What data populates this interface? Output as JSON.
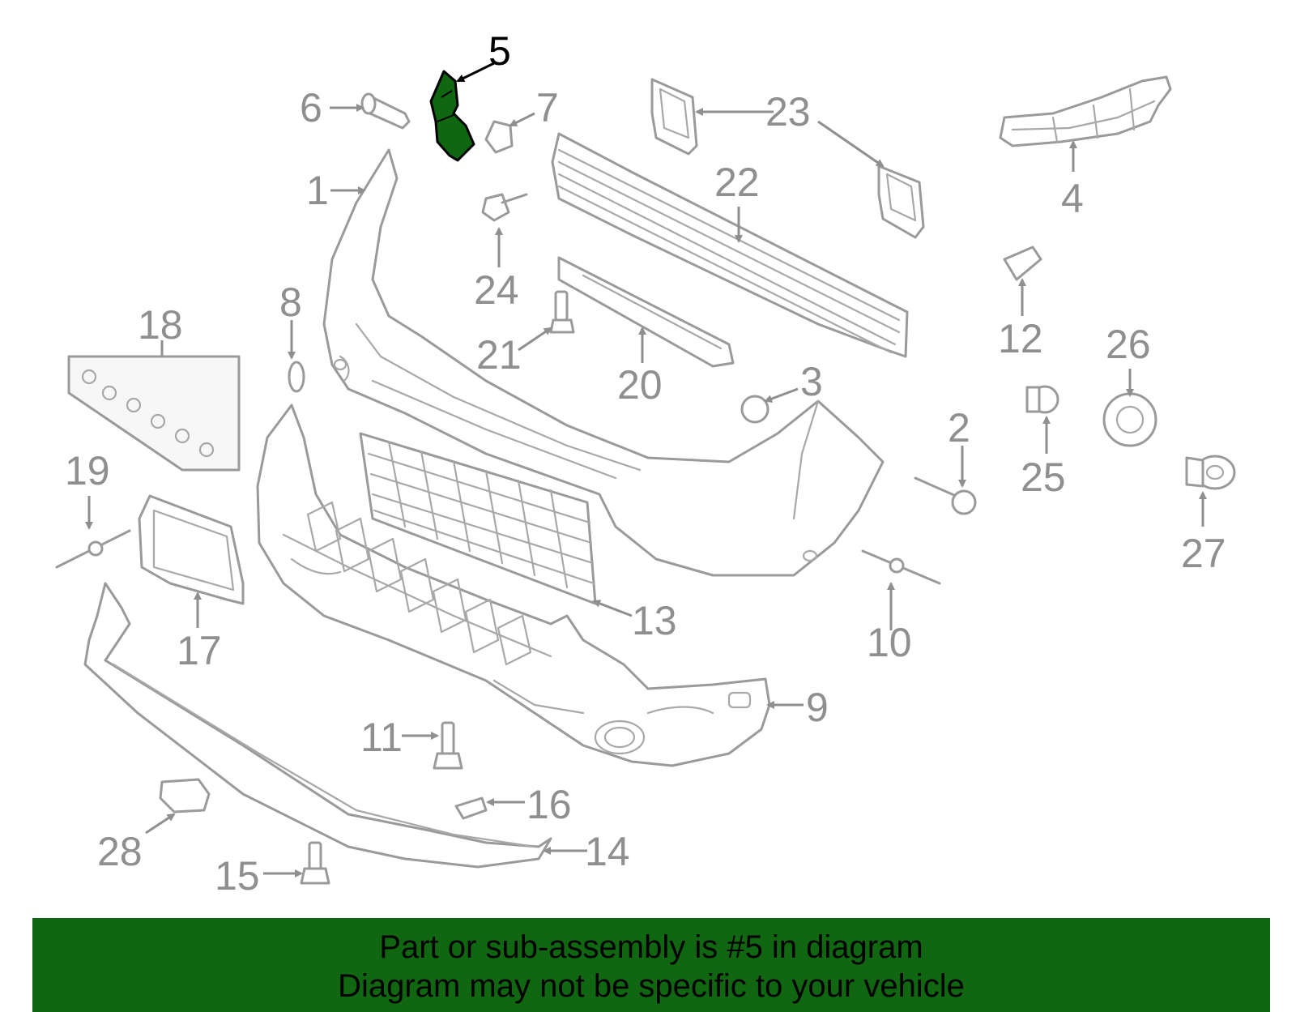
{
  "callouts": {
    "p1": "1",
    "p2": "2",
    "p3": "3",
    "p4": "4",
    "p5": "5",
    "p6": "6",
    "p7": "7",
    "p8": "8",
    "p9": "9",
    "p10": "10",
    "p11": "11",
    "p12": "12",
    "p13": "13",
    "p14": "14",
    "p15": "15",
    "p16": "16",
    "p17": "17",
    "p18": "18",
    "p19": "19",
    "p20": "20",
    "p21": "21",
    "p22": "22",
    "p23": "23",
    "p24": "24",
    "p25": "25",
    "p26": "26",
    "p27": "27",
    "p28": "28"
  },
  "highlight": {
    "part": "5",
    "color": "#116611"
  },
  "banner": {
    "line1": "Part or sub-assembly is #5 in diagram",
    "line2": "Diagram may not be specific to your vehicle",
    "background": "#116611"
  },
  "colors": {
    "drawing": "#9a9a9a",
    "labels": "#8f8f8f",
    "highlight_label": "#000000"
  }
}
